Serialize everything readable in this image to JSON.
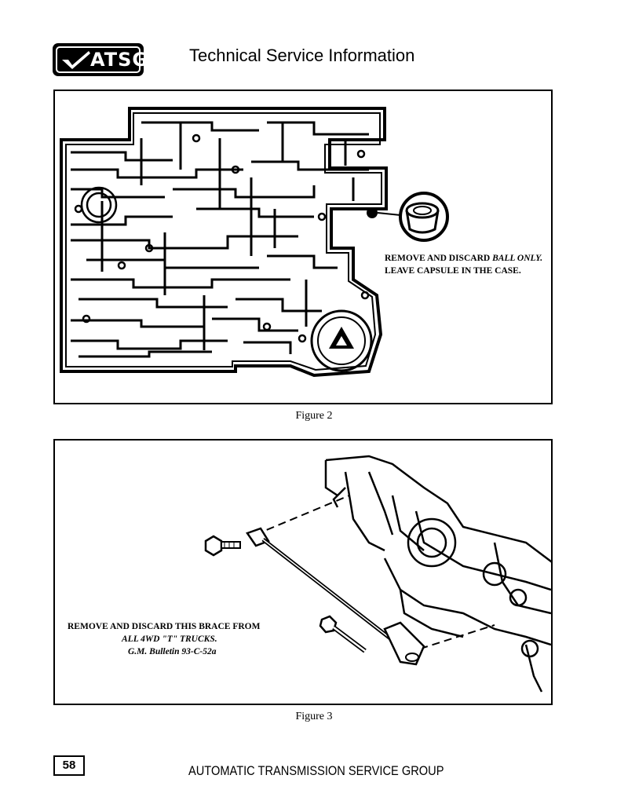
{
  "header": {
    "logo_text": "ATSG",
    "title": "Technical Service Information"
  },
  "figure2": {
    "note_line1_prefix": "REMOVE AND DISCARD",
    "note_line1_emphasis": "BALL ONLY.",
    "note_line2": "LEAVE CAPSULE IN THE CASE.",
    "caption": "Figure 2"
  },
  "figure3": {
    "note_line1": "REMOVE AND DISCARD THIS BRACE FROM",
    "note_line2": "ALL 4WD \"T\" TRUCKS.",
    "note_line3": "G.M. Bulletin 93-C-52a",
    "caption": "Figure 3"
  },
  "footer": {
    "page_number": "58",
    "organization": "AUTOMATIC TRANSMISSION SERVICE GROUP"
  }
}
